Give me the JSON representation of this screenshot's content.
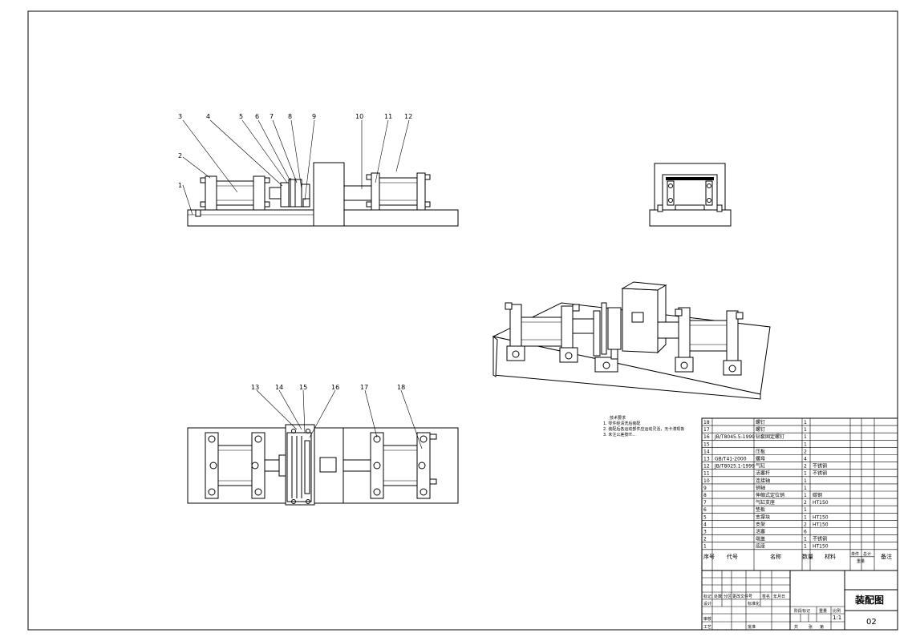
{
  "balloons_top": [
    "1",
    "2",
    "3",
    "4",
    "5",
    "6",
    "7",
    "8",
    "9",
    "10",
    "11",
    "12"
  ],
  "balloons_bottom": [
    "13",
    "14",
    "15",
    "16",
    "17",
    "18"
  ],
  "notes": {
    "title": "技术要求",
    "lines": [
      "1. 零件经清洗后装配",
      "2. 装配后各运动部件应运动灵活，无卡滞现象",
      "3. 未注公差按IT..."
    ]
  },
  "bom": {
    "rows": [
      {
        "no": "18",
        "code": "",
        "name": "螺钉",
        "qty": "1",
        "material": ""
      },
      {
        "no": "17",
        "code": "",
        "name": "螺钉",
        "qty": "1",
        "material": ""
      },
      {
        "no": "16",
        "code": "JB/T8045.5-1999",
        "name": "钻套固定螺钉",
        "qty": "1",
        "material": ""
      },
      {
        "no": "15",
        "code": "",
        "name": "",
        "qty": "1",
        "material": ""
      },
      {
        "no": "14",
        "code": "",
        "name": "压板",
        "qty": "2",
        "material": ""
      },
      {
        "no": "13",
        "code": "GB/T41-2000",
        "name": "螺母",
        "qty": "4",
        "material": ""
      },
      {
        "no": "12",
        "code": "JB/T8025.1-1999",
        "name": "气缸",
        "qty": "2",
        "material": "不锈钢"
      },
      {
        "no": "11",
        "code": "",
        "name": "活塞杆",
        "qty": "1",
        "material": "不锈钢"
      },
      {
        "no": "10",
        "code": "",
        "name": "连接轴",
        "qty": "1",
        "material": ""
      },
      {
        "no": "9",
        "code": "",
        "name": "销轴",
        "qty": "1",
        "material": ""
      },
      {
        "no": "8",
        "code": "",
        "name": "伸缩式定位销",
        "qty": "1",
        "material": "碳钢"
      },
      {
        "no": "7",
        "code": "",
        "name": "气缸支座",
        "qty": "2",
        "material": "HT150"
      },
      {
        "no": "6",
        "code": "",
        "name": "垫板",
        "qty": "1",
        "material": ""
      },
      {
        "no": "5",
        "code": "",
        "name": "支撑块",
        "qty": "1",
        "material": "HT150"
      },
      {
        "no": "4",
        "code": "",
        "name": "支架",
        "qty": "2",
        "material": "HT150"
      },
      {
        "no": "3",
        "code": "",
        "name": "活塞",
        "qty": "6",
        "material": ""
      },
      {
        "no": "2",
        "code": "",
        "name": "端盖",
        "qty": "1",
        "material": "不锈钢"
      },
      {
        "no": "1",
        "code": "",
        "name": "底座",
        "qty": "1",
        "material": "HT150"
      }
    ],
    "header": {
      "no": "序号",
      "code": "代号",
      "name": "名称",
      "qty": "数量",
      "material": "材料",
      "single": "单件",
      "total": "总计",
      "weight": "重量",
      "remark": "备注"
    }
  },
  "title_block": {
    "drawing_name": "装配图",
    "drawing_no": "02",
    "scale": "1:1",
    "labels": {
      "mark": "标记",
      "count": "处数",
      "zone": "分区",
      "change_doc": "更改文件号",
      "sign": "签名",
      "date": "年月日",
      "design": "设计",
      "standard": "标准化",
      "stage_mark": "阶段标记",
      "weight": "重量",
      "scale": "比例",
      "check": "审核",
      "process": "工艺",
      "approve": "批准",
      "sheets": "共",
      "sheet_of": "张",
      "sheet_no": "第"
    }
  }
}
